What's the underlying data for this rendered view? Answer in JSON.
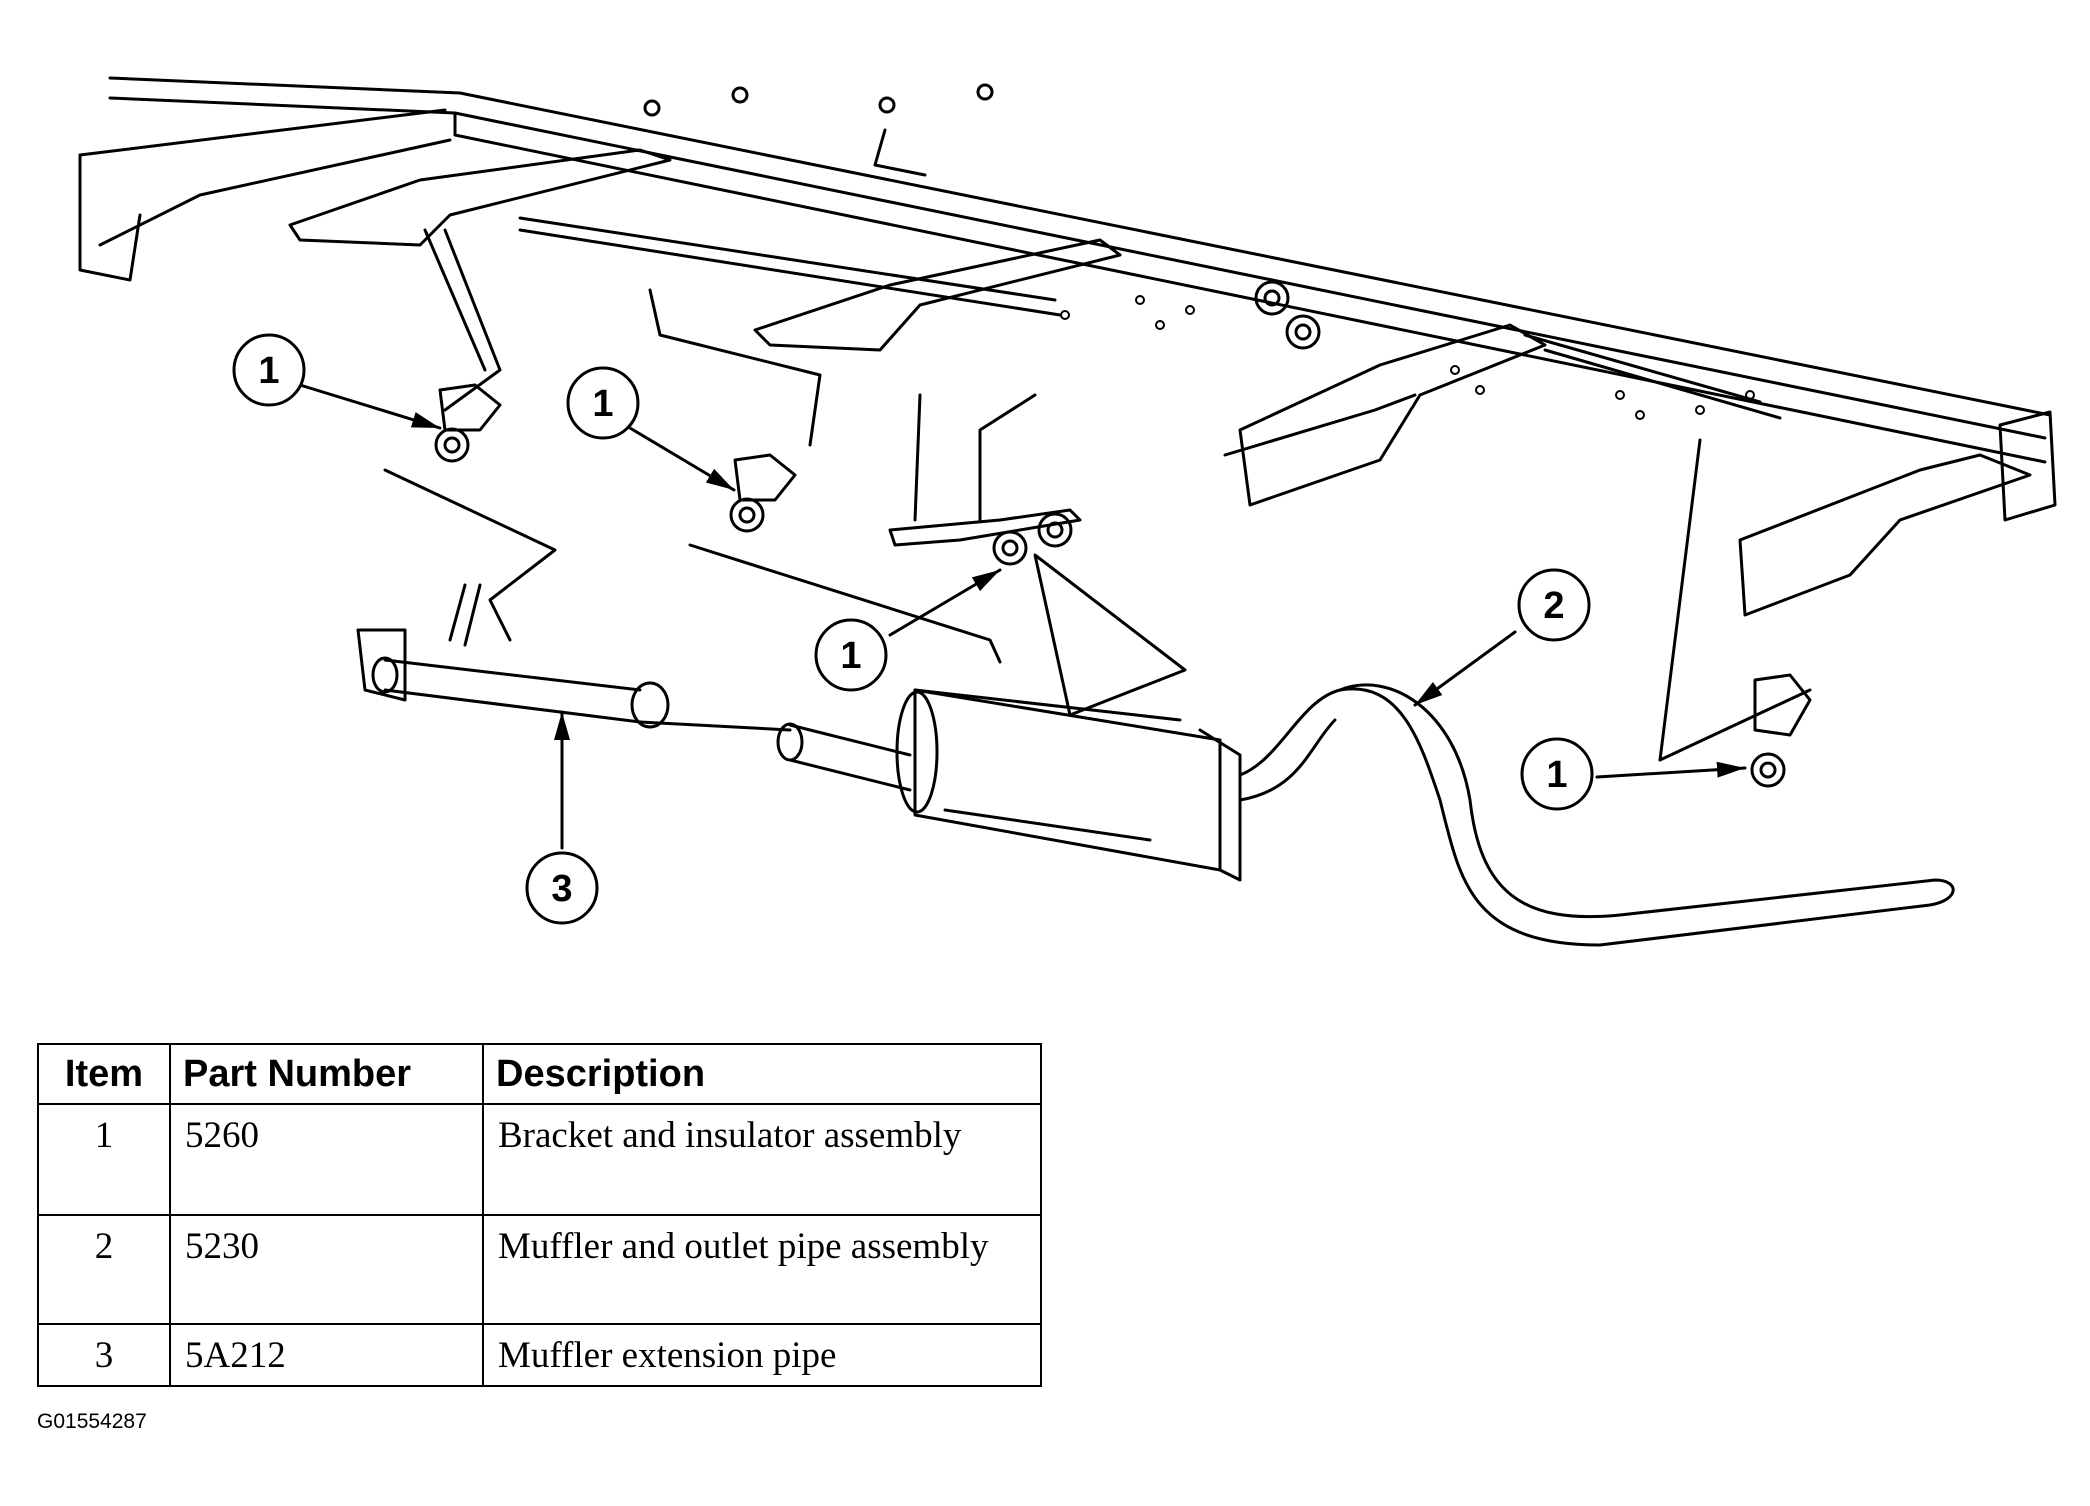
{
  "figure_id": "G01554287",
  "callouts": [
    "1",
    "1",
    "1",
    "1",
    "2",
    "3"
  ],
  "parts_table": {
    "headers": [
      "Item",
      "Part Number",
      "Description"
    ],
    "rows": [
      {
        "item": "1",
        "part_number": "5260",
        "description": "Bracket and insulator assembly"
      },
      {
        "item": "2",
        "part_number": "5230",
        "description": "Muffler and outlet pipe assembly"
      },
      {
        "item": "3",
        "part_number": "5A212",
        "description": "Muffler extension pipe"
      }
    ]
  },
  "colors": {
    "ink": "#000000",
    "paper": "#ffffff"
  }
}
